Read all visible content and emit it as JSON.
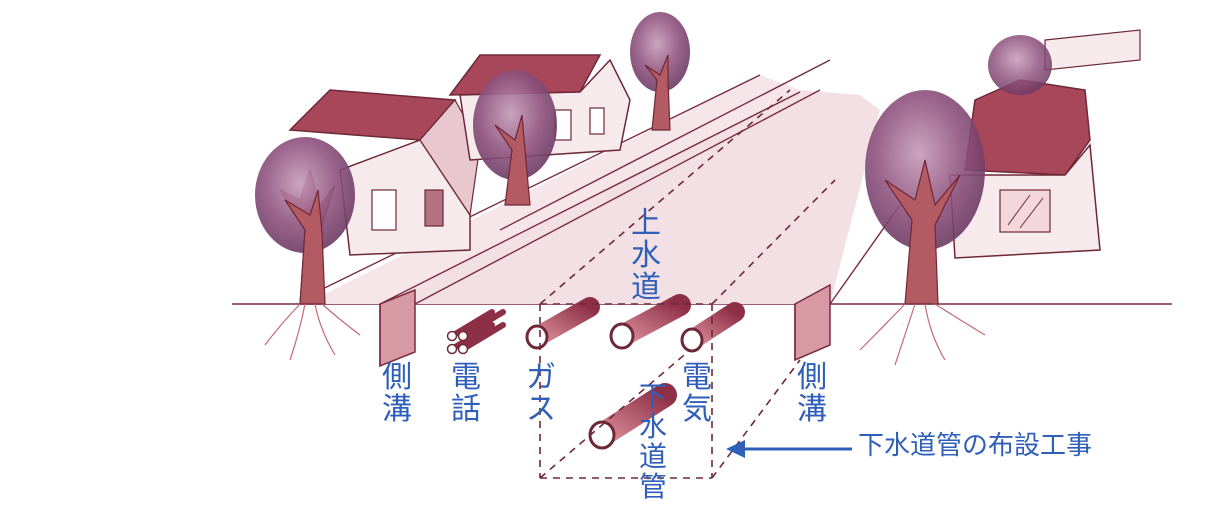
{
  "labels": {
    "water_supply": "上水道",
    "side_ditch_left": "側溝",
    "telephone": "電話",
    "gas": "ガス",
    "electricity": "電気",
    "side_ditch_right": "側溝",
    "sewer_pipe": "下水道管"
  },
  "caption": "下水道管の布設工事",
  "colors": {
    "label_blue": "#2f5fb8",
    "arrow_blue": "#2f5fb8",
    "line_maroon": "#7a2b40",
    "roof": "#a8475a",
    "foliage": "#8a4a7a",
    "trunk": "#b45a62",
    "road": "#f1dce0"
  }
}
